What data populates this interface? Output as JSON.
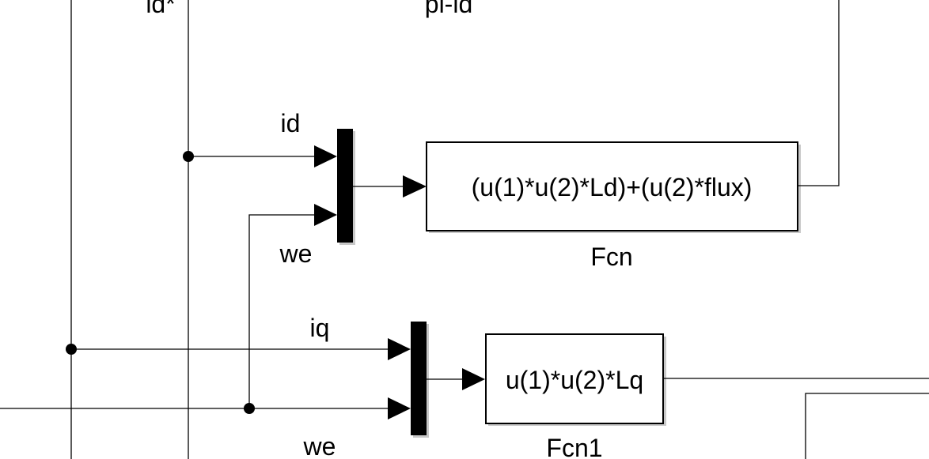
{
  "diagram": {
    "top_labels": {
      "id_ref": "id*",
      "pi_block": "pi-id"
    },
    "signals": {
      "mux1_in1": "id",
      "mux1_in2": "we",
      "mux2_in1": "iq",
      "mux2_in2": "we"
    },
    "blocks": {
      "fcn": {
        "expression": "(u(1)*u(2)*Ld)+(u(2)*flux)",
        "name": "Fcn"
      },
      "fcn1": {
        "expression": "u(1)*u(2)*Lq",
        "name": "Fcn1"
      }
    }
  }
}
